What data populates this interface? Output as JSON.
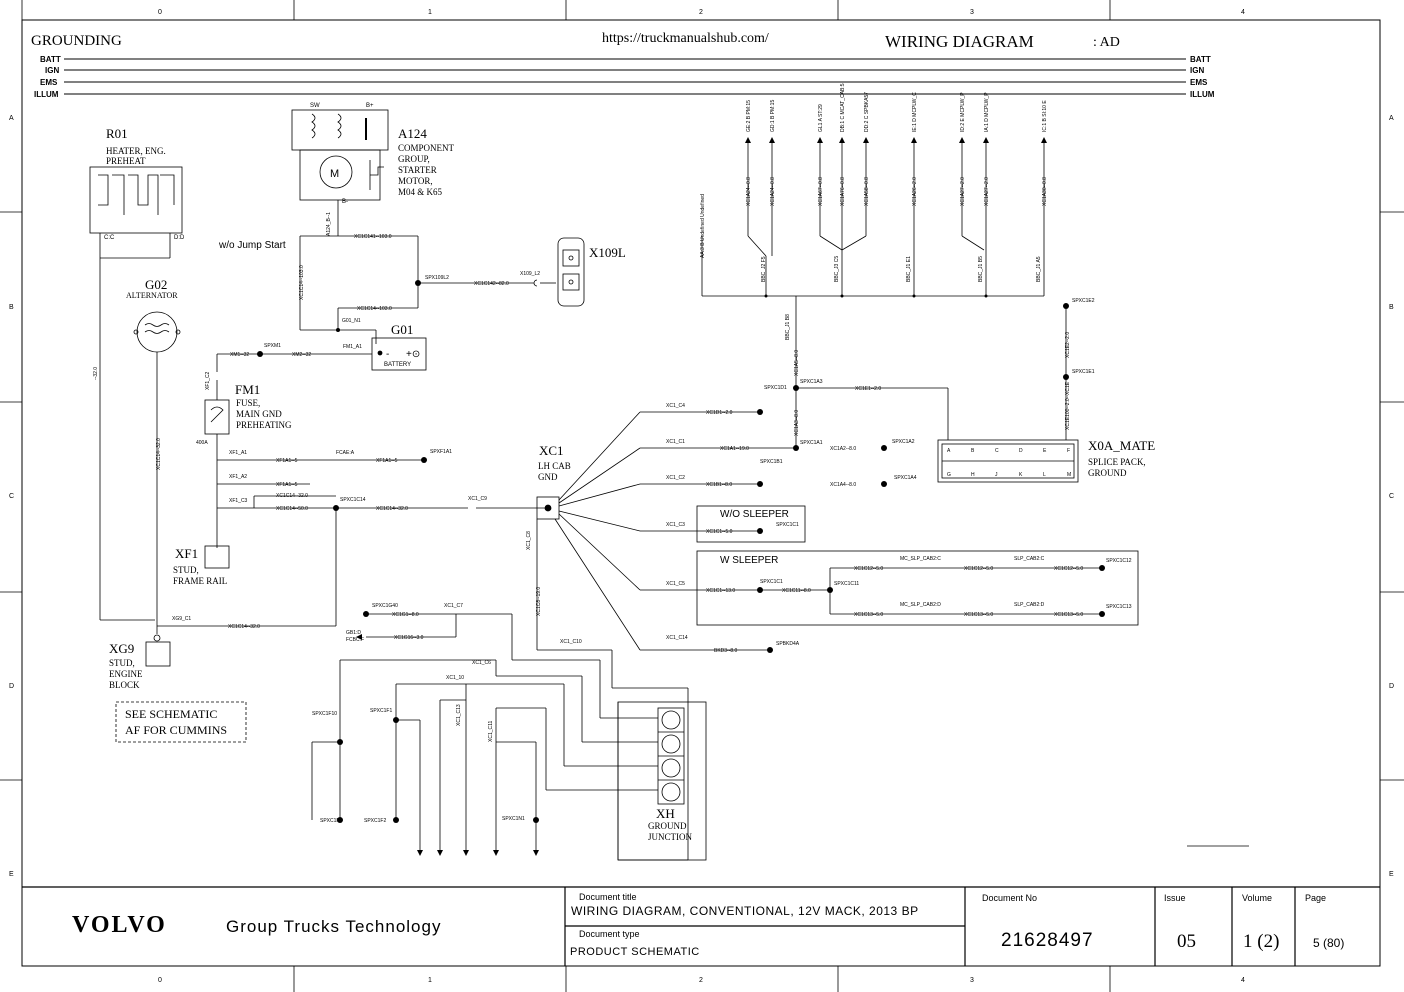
{
  "header": {
    "section": "GROUNDING",
    "url": "https://truckmanualshub.com/",
    "title": "WIRING DIAGRAM",
    "code": ": AD"
  },
  "grid": {
    "cols": [
      "0",
      "1",
      "2",
      "3",
      "4"
    ],
    "rows": [
      "A",
      "B",
      "C",
      "D",
      "E"
    ]
  },
  "rails": [
    "BATT",
    "IGN",
    "EMS",
    "ILLUM"
  ],
  "components": {
    "r01": {
      "id": "R01",
      "desc1": "HEATER, ENG.",
      "desc2": "PREHEAT",
      "pin_c": "C:C",
      "pin_d": "D:D"
    },
    "a124": {
      "id": "A124",
      "d1": "COMPONENT",
      "d2": "GROUP,",
      "d3": "STARTER",
      "d4": "MOTOR,",
      "d5": "M04 & K65",
      "sw": "SW",
      "bplus": "B+",
      "bminus": "B-",
      "motor": "M"
    },
    "g02": {
      "id": "G02",
      "desc": "ALTERNATOR"
    },
    "g01": {
      "id": "G01",
      "desc": "BATTERY"
    },
    "x109l": {
      "id": "X109L"
    },
    "fm1": {
      "id": "FM1",
      "d1": "FUSE,",
      "d2": "MAIN GND",
      "d3": "PREHEATING",
      "rating": "400A"
    },
    "xf1": {
      "id": "XF1",
      "d1": "STUD,",
      "d2": "FRAME RAIL"
    },
    "xg9": {
      "id": "XG9",
      "d1": "STUD,",
      "d2": "ENGINE",
      "d3": "BLOCK"
    },
    "xc1": {
      "id": "XC1",
      "d1": "LH CAB",
      "d2": "GND"
    },
    "x0a": {
      "id": "X0A_MATE",
      "d1": "SPLICE PACK,",
      "d2": "GROUND",
      "pins_top": [
        "A",
        "B",
        "C",
        "D",
        "E",
        "F"
      ],
      "pins_bot": [
        "G",
        "H",
        "J",
        "K",
        "L",
        "M"
      ]
    },
    "xh": {
      "id": "XH",
      "d1": "GROUND",
      "d2": "JUNCTION"
    }
  },
  "notes": {
    "jump": "w/o Jump Start",
    "wo_sleeper": "W/O SLEEPER",
    "w_sleeper": "W SLEEPER",
    "see1": "SEE SCHEMATIC",
    "see2": "AF FOR CUMMINS"
  },
  "wires": {
    "w1": "XC1C141--103.0",
    "w2": "XC1C14--103.0",
    "w3": "XC1C14--103.0",
    "w4": "XC1C142--82.0",
    "spx109": "SPX109L2",
    "x109l2": "X109_L2",
    "a124b": "A124_B--1",
    "g01n1": "G01_N1",
    "spxm1": "SPXM1",
    "xm1": "XM1--32",
    "xm2": "XM2--32",
    "fm1a1": "FM1_A1",
    "xf1c2": "XF1_C2",
    "xf1a1": "XF1_A1",
    "xf1a1w": "XF1A1--5",
    "fcae": "FCAE:A",
    "xf1a1w2": "XF1A1--5",
    "spxf1a1": "SPXF1A1",
    "xf1a2": "XF1_A2",
    "xf1a1w3": "XF1A1--5",
    "xf1c3": "XF1_C3",
    "xc1c14a": "XC1C14--32.0",
    "xc1c14b": "XC1C14--50.0",
    "spxc1c14": "SPXC1C14",
    "xc1c14c": "XC1C14--32.0",
    "xc1c9": "XC1_C9",
    "xg9c1": "XG9_C1",
    "xc1c14d": "XC1C14--32.0",
    "g02w": "XC1C14--32.0",
    "r01w": "--32.0",
    "xc1c4": "XC1_C4",
    "xc1d1": "XC1D1--2.0",
    "xc1c1": "XC1_C1",
    "xc1a1": "XC1A1--19.0",
    "spxc1b1": "SPXC1B1",
    "xc1c2": "XC1_C2",
    "xc1b1": "XC1B1--8.0",
    "spxc1a1": "SPXC1A1",
    "xc1a2": "XC1A2--8.0",
    "spxc1a2": "SPXC1A2",
    "xc1a4": "XC1A4--8.0",
    "spxc1a4": "SPXC1A4",
    "spxc1d1": "SPXC1D1",
    "spxc1a3": "SPXC1A3",
    "xc1e1": "XC1E1--2.0",
    "xc1a3": "XC1A3--8.0",
    "xc1a5": "XC1A5--8.0",
    "bbcj1b8": "BBC_J1 B8",
    "xc1c3": "XC1_C3",
    "xc1c1w": "XC1C1--5.0",
    "spxc1c1": "SPXC1C1",
    "xc1c5": "XC1_C5",
    "xc1c1b": "XC1C1--13.0",
    "spxc1c1b": "SPXC1C1",
    "xc1c11": "XC1C11--8.0",
    "spxc1c11": "SPXC1C11",
    "xc1c12": "XC1C12--5.0",
    "mcslp2c": "MC_SLP_CAB2:C",
    "xc1c12b": "XC1C12--5.0",
    "slp2c": "SLP_CAB2:C",
    "xc1c12c": "XC1C12--5.0",
    "spxc1c12": "SPXC1C12",
    "xc1c13": "XC1C13--5.0",
    "mcslp2d": "MC_SLP_CAB2:D",
    "xc1c13b": "XC1C13--5.0",
    "slp2d": "SLP_CAB2:D",
    "xc1c13c": "XC1C13--5.0",
    "spxc1c13": "SPXC1C13",
    "xc1c14": "XC1_C14",
    "bkd3": "BKD3--8.0",
    "spbkd4a": "SPBKD4A",
    "xc1c8": "XC1_C8",
    "xc1c8w": "XC1C8--19.0",
    "xc1c10": "XC1_C10",
    "spxc1g40": "SPXC1G40",
    "xc1g1": "XC1G1--8.0",
    "xc1c7": "XC1_C7",
    "gb1d": "GB1:D",
    "fcbc": "FCBC:F",
    "xc1g16": "XC1G16--3.0",
    "xc1c6": "XC1_C6",
    "xc110": "XC1_10",
    "xc1c13b2": "XC1_C13",
    "xc1c11b": "XC1_C11",
    "spxc1f10": "SPXC1F10",
    "spxc1f1": "SPXC1F1",
    "spxc1f7": "SPXC1F7",
    "spxc1f2": "SPXC1F2",
    "spxc1n1": "SPXC1N1",
    "spxc1e2": "SPXC1E2",
    "spxc1e1": "SPXC1E1",
    "xc1e2": "XC1E2--2.0",
    "xc1e100": "XC1E100--2.0--XC1E"
  },
  "top_signals": [
    "GE:2 B PM:15",
    "GD:1 B PM:15",
    "GL1 A ST:29",
    "DB:1 C MCAT_CAB:5",
    "DD:2 C SPBKA57",
    "IE:1 D MCPLW_C",
    "ID:2 E MCPLW_P",
    "IA:1 D MCPLW_P",
    "IC:1 B SI:10 E"
  ],
  "top_wires": [
    "XC1A24--0.8",
    "XC1A24--0.8",
    "XC1A67--0.8",
    "XC1A76--0.8",
    "XC1A58--0.8",
    "XC1A26--2.0",
    "XC1A27--2.0",
    "XC1A27--2.0",
    "XC1A30--0.8"
  ],
  "top_splices": [
    "BBC_J2 F5",
    "BBC_J3 C5",
    "BBC_J1 E1",
    "BBC_J1 B5",
    "BBC_J1 A5"
  ],
  "undefined_label": "AA:3 B Undefined Undefined",
  "title_block": {
    "brand": "VOLVO",
    "org": "Group Trucks Technology",
    "doc_title_label": "Document title",
    "doc_title": "WIRING DIAGRAM, CONVENTIONAL, 12V MACK, 2013 BP",
    "doc_type_label": "Document type",
    "doc_type": "PRODUCT SCHEMATIC",
    "doc_no_label": "Document No",
    "doc_no": "21628497",
    "issue_label": "Issue",
    "issue": "05",
    "volume_label": "Volume",
    "volume": "1 (2)",
    "page_label": "Page",
    "page": "5 (80)"
  }
}
